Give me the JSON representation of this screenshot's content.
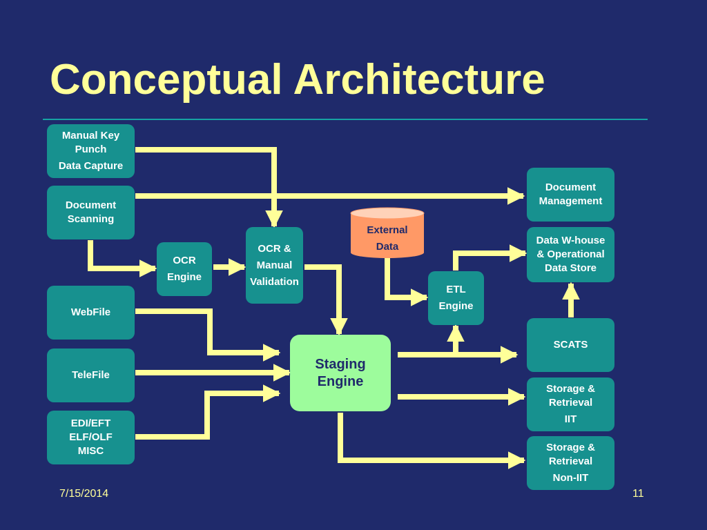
{
  "slide": {
    "title": "Conceptual Architecture",
    "date": "7/15/2014",
    "page_number": "11"
  },
  "nodes": {
    "manual_key_punch": {
      "line1": "Manual Key",
      "line2": "Punch",
      "line3": "Data Capture"
    },
    "document_scanning": {
      "line1": "Document",
      "line2": "Scanning"
    },
    "webfile": {
      "line1": "WebFile"
    },
    "telefile": {
      "line1": "TeleFile"
    },
    "edi": {
      "line1": "EDI/EFT",
      "line2": "ELF/OLF",
      "line3": "MISC"
    },
    "ocr_engine": {
      "line1": "OCR",
      "line2": "Engine"
    },
    "ocr_manual": {
      "line1": "OCR &",
      "line2": "Manual",
      "line3": "Validation"
    },
    "external_data": {
      "line1": "External",
      "line2": "Data"
    },
    "staging_engine": {
      "line1": "Staging",
      "line2": "Engine"
    },
    "etl_engine": {
      "line1": "ETL",
      "line2": "Engine"
    },
    "document_management": {
      "line1": "Document",
      "line2": "Management"
    },
    "data_warehouse": {
      "line1": "Data W-house",
      "line2": "& Operational",
      "line3": "Data Store"
    },
    "scats": {
      "line1": "SCATS"
    },
    "storage_iit": {
      "line1": "Storage &",
      "line2": "Retrieval",
      "line3": "IIT"
    },
    "storage_non_iit": {
      "line1": "Storage &",
      "line2": "Retrieval",
      "line3": "Non-IIT"
    }
  },
  "colors": {
    "background": "#1f2a6b",
    "title": "#ffff99",
    "box": "#17918f",
    "staging": "#9dfc9c",
    "cylinder": "#ff9966",
    "arrow": "#ffff99"
  }
}
